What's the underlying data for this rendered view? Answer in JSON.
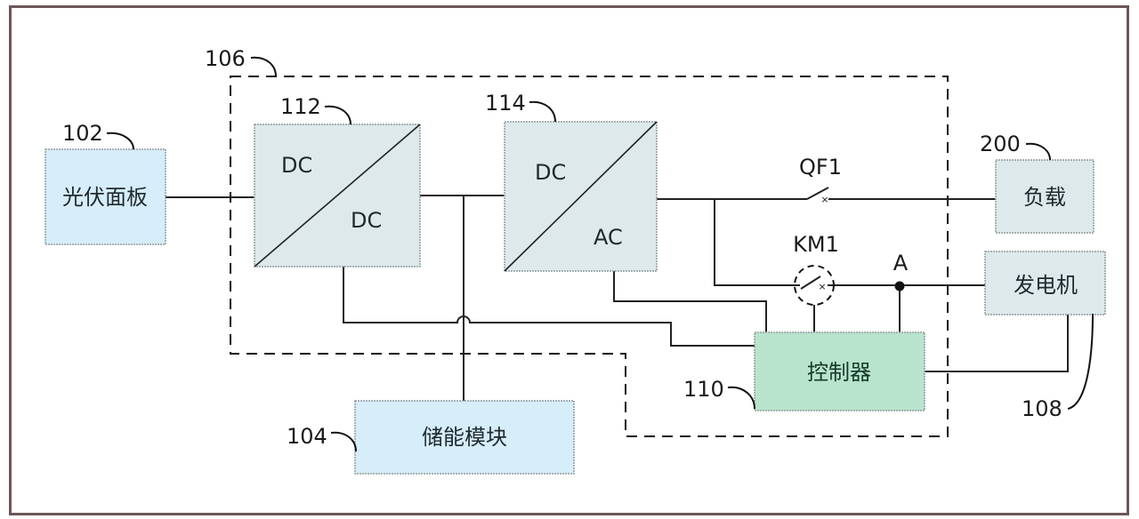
{
  "diagram": {
    "blocks": {
      "pv_panel": {
        "ref": "102",
        "label": "光伏面板",
        "color": "#d6edfa"
      },
      "storage": {
        "ref": "104",
        "label": "储能模块",
        "color": "#d6edfa"
      },
      "system": {
        "ref": "106"
      },
      "dcdc": {
        "ref": "112",
        "top": "DC",
        "bottom": "DC",
        "color": "#dde9ea"
      },
      "dcac": {
        "ref": "114",
        "top": "DC",
        "bottom": "AC",
        "color": "#dde9ea"
      },
      "controller": {
        "ref": "110",
        "label": "控制器",
        "color": "#b8e4cd"
      },
      "load": {
        "ref": "200",
        "label": "负载",
        "color": "#dde9ea"
      },
      "generator": {
        "ref": "108",
        "label": "发电机",
        "color": "#dde9ea"
      }
    },
    "switches": {
      "qf1": {
        "label": "QF1"
      },
      "km1": {
        "label": "KM1"
      }
    },
    "nodes": {
      "a": {
        "label": "A"
      }
    },
    "frame_color": "#6b5858"
  }
}
